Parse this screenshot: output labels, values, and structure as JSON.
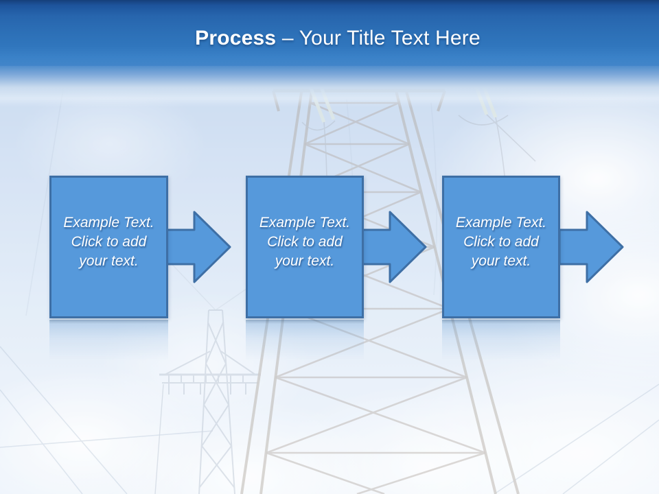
{
  "header": {
    "title_emphasis": "Process",
    "title_rest": "– Your Title Text Here"
  },
  "steps": [
    {
      "lines": [
        "Example Text.",
        "Click to add",
        "your text."
      ]
    },
    {
      "lines": [
        "Example Text.",
        "Click to add",
        "your text."
      ]
    },
    {
      "lines": [
        "Example Text.",
        "Click to add",
        "your text."
      ]
    }
  ],
  "background_alt": "High-voltage transmission towers and power lines against a pale blue sky with white clouds",
  "colors": {
    "shape_fill": "#5699DB",
    "shape_border": "#3E6FA5",
    "header_top": "#153F7A",
    "header_bottom": "#4285C9",
    "title_text": "#FFFFFF"
  }
}
